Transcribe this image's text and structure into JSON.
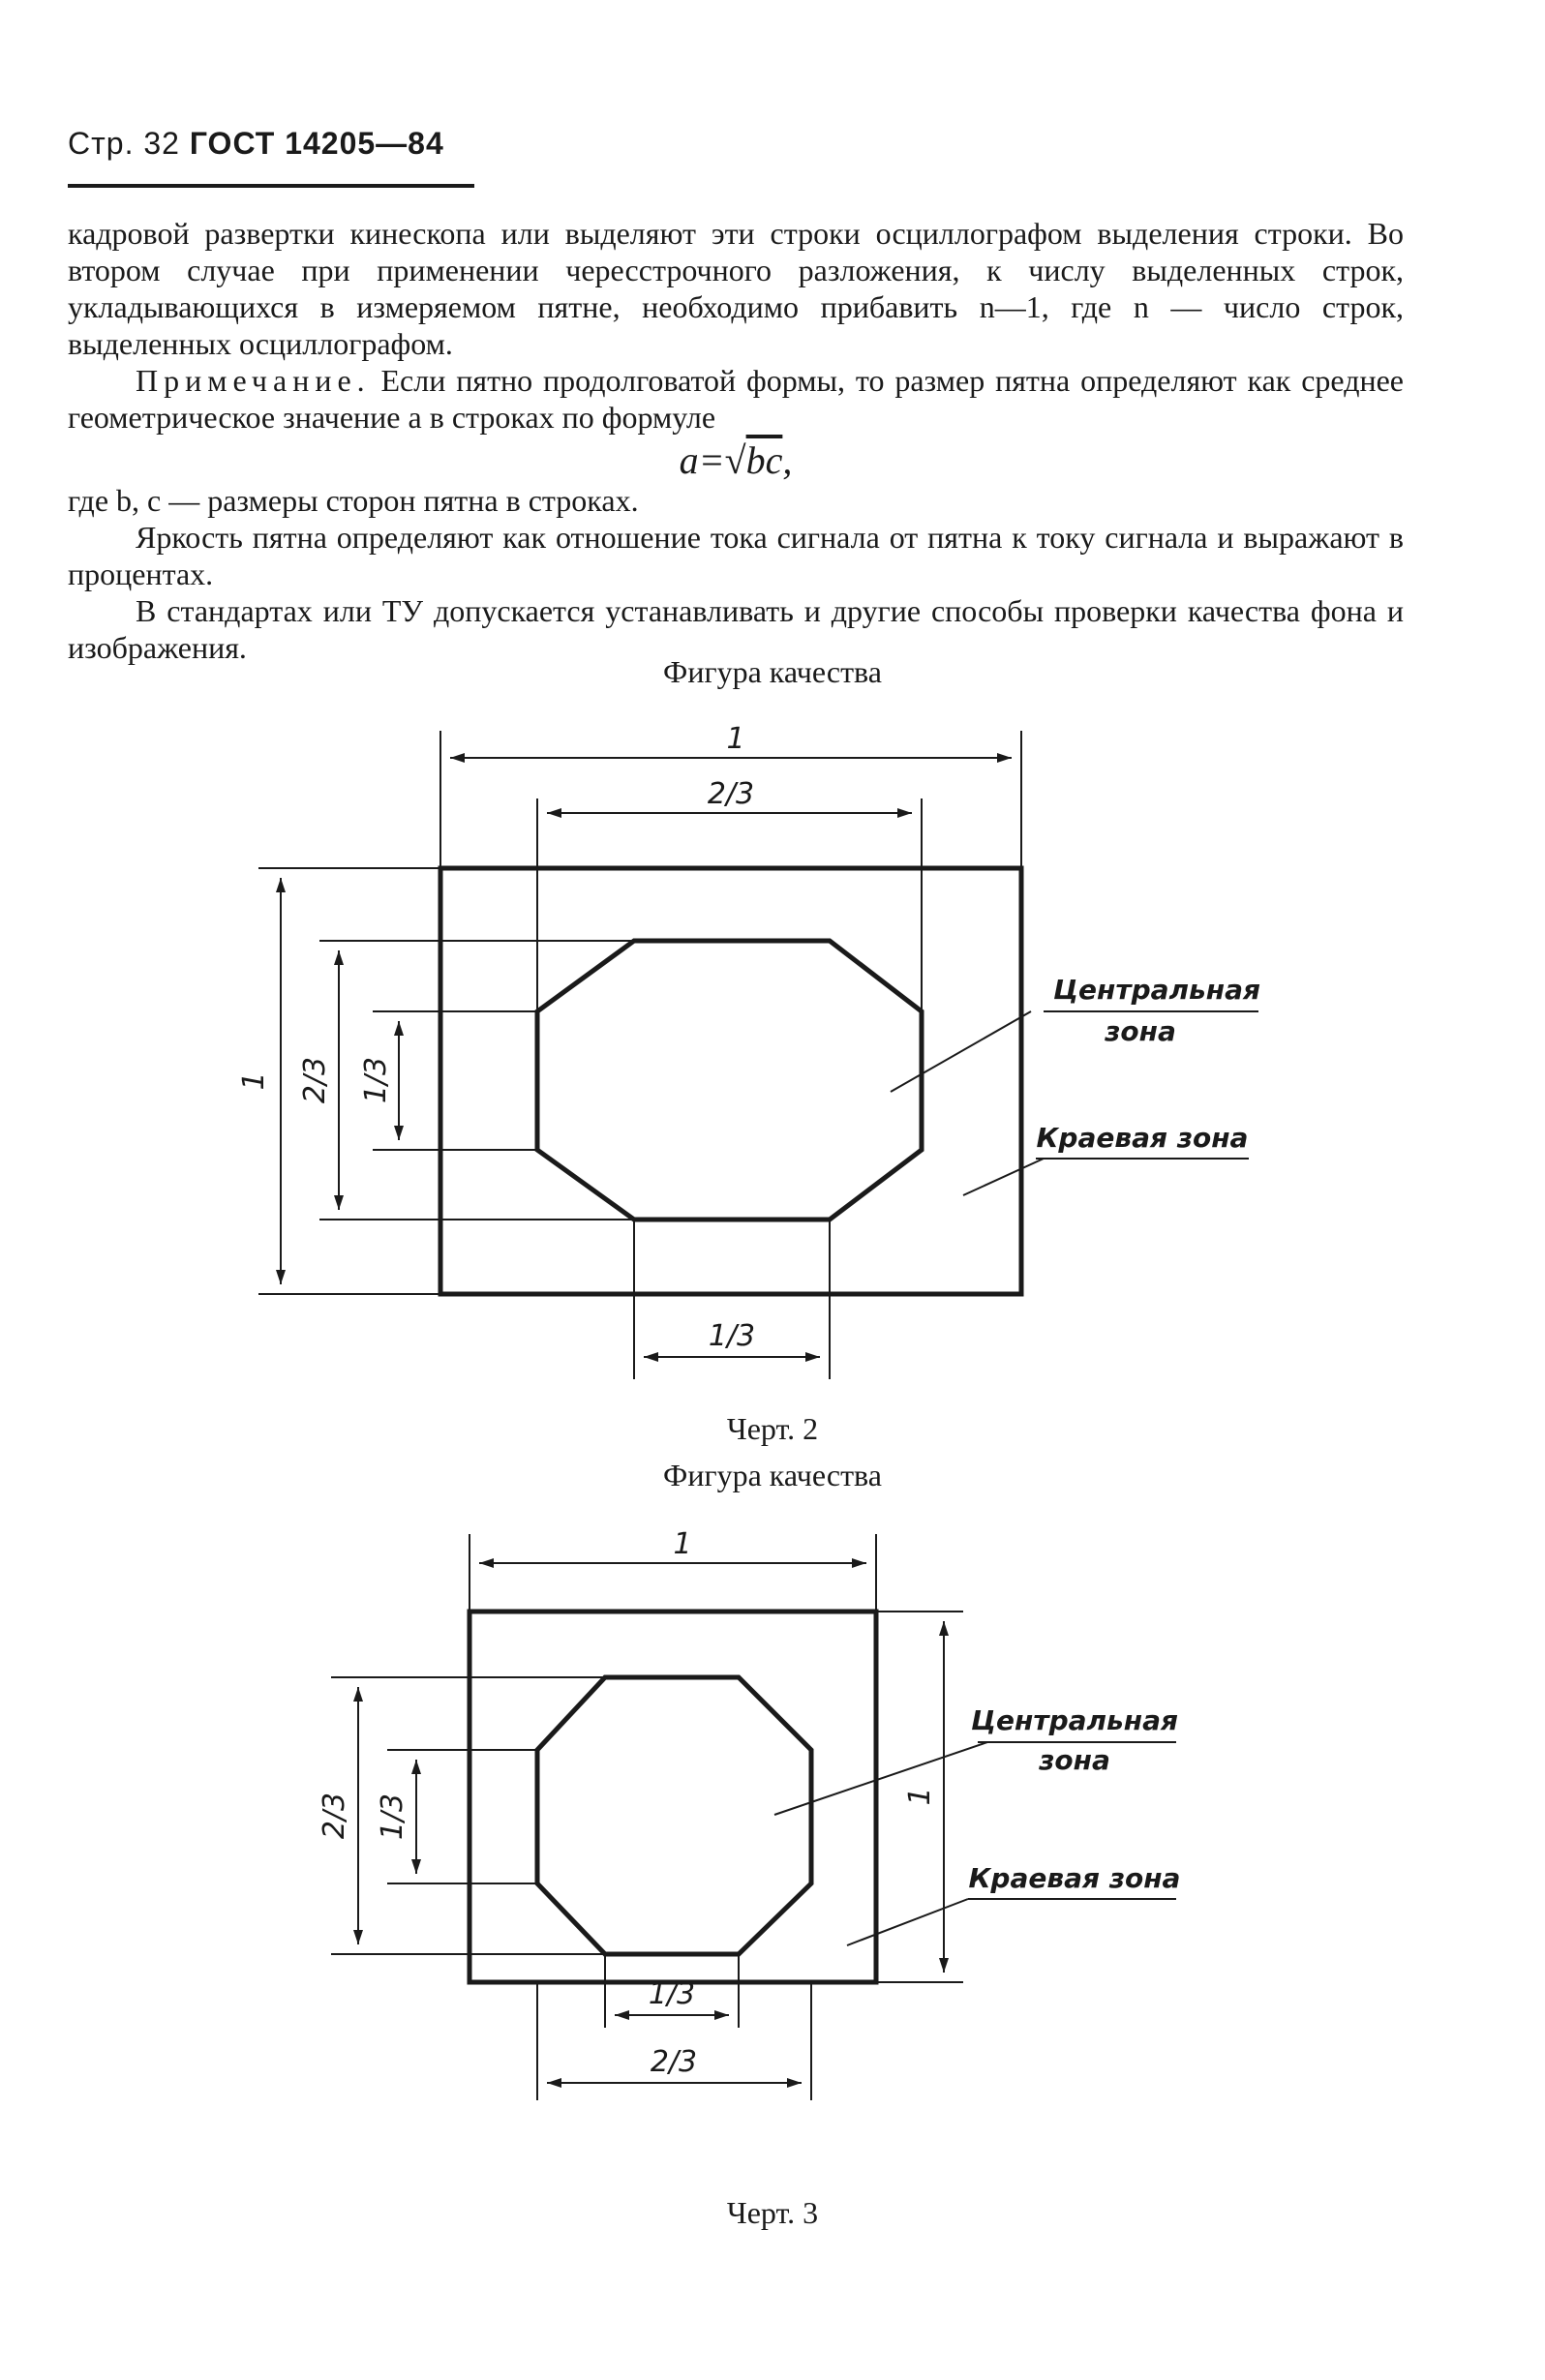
{
  "header": {
    "page": "Стр. 32",
    "standard": "ГОСТ 14205—84"
  },
  "body": {
    "p1": "кадровой развертки кинескопа или выделяют эти строки осциллографом выделения строки. Во втором случае при применении чересстрочного разложения, к числу выделенных строк, укладывающихся в измеряемом пятне, необходимо прибавить n—1, где n — число строк, выделенных осциллографом.",
    "note_label": "Примечание.",
    "note_text": " Если пятно продолговатой формы, то размер пятна определяют как среднее геометрическое значение a в строках по формуле",
    "formula_lhs": "a=",
    "formula_root": "bc",
    "formula_tail": ",",
    "where": "где b, c — размеры сторон пятна в строках.",
    "p_brightness": "Яркость пятна определяют как отношение тока сигнала от пятна к току сигнала и выражают в процентах.",
    "p_standards": "В стандартах или ТУ допускается устанавливать и другие способы проверки качества фона и изображения."
  },
  "figure1": {
    "title": "Фигура качества",
    "caption": "Черт. 2",
    "dim_top_full": "1",
    "dim_top_two_thirds": "2/3",
    "dim_left_full": "1",
    "dim_left_two_thirds": "2/3",
    "dim_left_one_third": "1/3",
    "dim_bottom_one_third": "1/3",
    "central_line1": "Центральная",
    "central_line2": "зона",
    "edge_zone": "Краевая зона"
  },
  "figure2": {
    "title": "Фигура качества",
    "caption": "Черт. 3",
    "dim_top_full": "1",
    "dim_right_full": "1",
    "dim_left_two_thirds": "2/3",
    "dim_left_one_third": "1/3",
    "dim_bottom_one_third": "1/3",
    "dim_bottom_two_thirds": "2/3",
    "central_line1": "Центральная",
    "central_line2": "зона",
    "edge_zone": "Краевая зона"
  }
}
